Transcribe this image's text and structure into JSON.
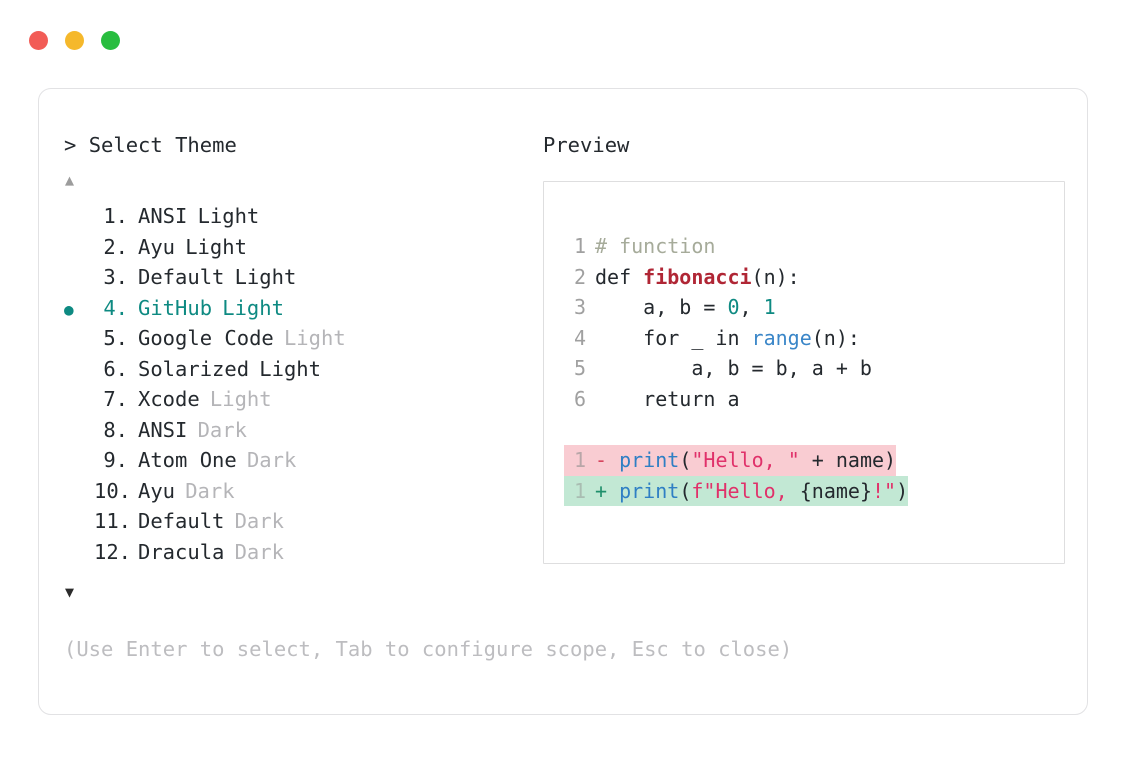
{
  "window": {
    "traffic_lights": [
      {
        "name": "close",
        "color": "#f25c56"
      },
      {
        "name": "minimize",
        "color": "#f5b82b"
      },
      {
        "name": "maximize",
        "color": "#28bd3f"
      }
    ]
  },
  "prompt": {
    "marker": ">",
    "title": "Select Theme"
  },
  "scroll": {
    "up_glyph": "▲",
    "down_glyph": "▼"
  },
  "selection": {
    "bullet_glyph": "●",
    "selected_index": 4,
    "accent_color": "#0e8a82"
  },
  "themes": [
    {
      "index": "1.",
      "name": "ANSI",
      "variant": "Light",
      "variant_muted": false,
      "selected": false
    },
    {
      "index": "2.",
      "name": "Ayu",
      "variant": "Light",
      "variant_muted": false,
      "selected": false
    },
    {
      "index": "3.",
      "name": "Default",
      "variant": "Light",
      "variant_muted": false,
      "selected": false
    },
    {
      "index": "4.",
      "name": "GitHub",
      "variant": "Light",
      "variant_muted": false,
      "selected": true
    },
    {
      "index": "5.",
      "name": "Google Code",
      "variant": "Light",
      "variant_muted": true,
      "selected": false
    },
    {
      "index": "6.",
      "name": "Solarized",
      "variant": "Light",
      "variant_muted": false,
      "selected": false
    },
    {
      "index": "7.",
      "name": "Xcode",
      "variant": "Light",
      "variant_muted": true,
      "selected": false
    },
    {
      "index": "8.",
      "name": "ANSI",
      "variant": "Dark",
      "variant_muted": true,
      "selected": false
    },
    {
      "index": "9.",
      "name": "Atom One",
      "variant": "Dark",
      "variant_muted": true,
      "selected": false
    },
    {
      "index": "10.",
      "name": "Ayu",
      "variant": "Dark",
      "variant_muted": true,
      "selected": false
    },
    {
      "index": "11.",
      "name": "Default",
      "variant": "Dark",
      "variant_muted": true,
      "selected": false
    },
    {
      "index": "12.",
      "name": "Dracula",
      "variant": "Dark",
      "variant_muted": true,
      "selected": false
    }
  ],
  "preview": {
    "title": "Preview",
    "code_lines": [
      {
        "number": "1",
        "tokens": [
          {
            "t": "# function",
            "c": "comment"
          }
        ]
      },
      {
        "number": "2",
        "tokens": [
          {
            "t": "def ",
            "c": "keyword"
          },
          {
            "t": "fibonacci",
            "c": "func"
          },
          {
            "t": "(n):",
            "c": "plain"
          }
        ]
      },
      {
        "number": "3",
        "tokens": [
          {
            "t": "    a, b = ",
            "c": "plain"
          },
          {
            "t": "0",
            "c": "num"
          },
          {
            "t": ", ",
            "c": "plain"
          },
          {
            "t": "1",
            "c": "num"
          }
        ]
      },
      {
        "number": "4",
        "tokens": [
          {
            "t": "    for _ in ",
            "c": "plain"
          },
          {
            "t": "range",
            "c": "builtin"
          },
          {
            "t": "(n):",
            "c": "plain"
          }
        ]
      },
      {
        "number": "5",
        "tokens": [
          {
            "t": "        a, b = b, a + b",
            "c": "plain"
          }
        ]
      },
      {
        "number": "6",
        "tokens": [
          {
            "t": "    return a",
            "c": "plain"
          }
        ]
      }
    ],
    "diff_lines": [
      {
        "number": "1",
        "kind": "del",
        "sign": "-",
        "tokens": [
          {
            "t": "print",
            "c": "call"
          },
          {
            "t": "(",
            "c": "plain"
          },
          {
            "t": "\"Hello, \"",
            "c": "str"
          },
          {
            "t": " + name)",
            "c": "plain"
          }
        ]
      },
      {
        "number": "1",
        "kind": "add",
        "sign": "+",
        "tokens": [
          {
            "t": "print",
            "c": "call"
          },
          {
            "t": "(",
            "c": "plain"
          },
          {
            "t": "f\"Hello, ",
            "c": "str"
          },
          {
            "t": "{name}",
            "c": "plain"
          },
          {
            "t": "!\"",
            "c": "str"
          },
          {
            "t": ")",
            "c": "plain"
          }
        ]
      }
    ],
    "diff_colors": {
      "removed_background": "#f9ccd2",
      "added_background": "#c2e8d4"
    }
  },
  "footer": {
    "hint": "(Use Enter to select, Tab to configure scope, Esc to close)"
  }
}
